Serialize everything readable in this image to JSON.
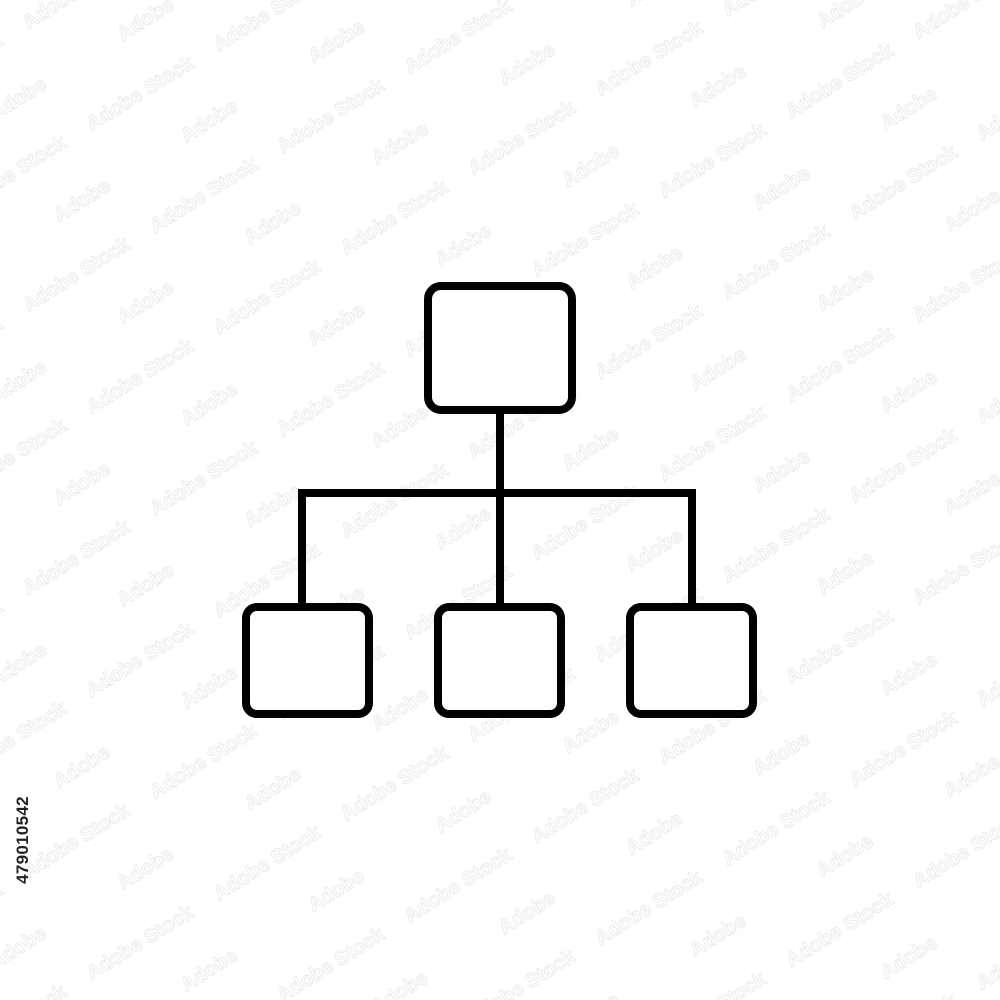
{
  "diagram": {
    "type": "hierarchy",
    "nodes": [
      {
        "id": "root",
        "label": ""
      },
      {
        "id": "child-1",
        "label": ""
      },
      {
        "id": "child-2",
        "label": ""
      },
      {
        "id": "child-3",
        "label": ""
      }
    ],
    "edges": [
      {
        "from": "root",
        "to": "child-1"
      },
      {
        "from": "root",
        "to": "child-2"
      },
      {
        "from": "root",
        "to": "child-3"
      }
    ]
  },
  "colors": {
    "stroke": "#000000",
    "background": "#ffffff",
    "watermark": "#e4e4e4"
  },
  "stock_id": "479010542",
  "watermark_text": "Adobe Stock"
}
